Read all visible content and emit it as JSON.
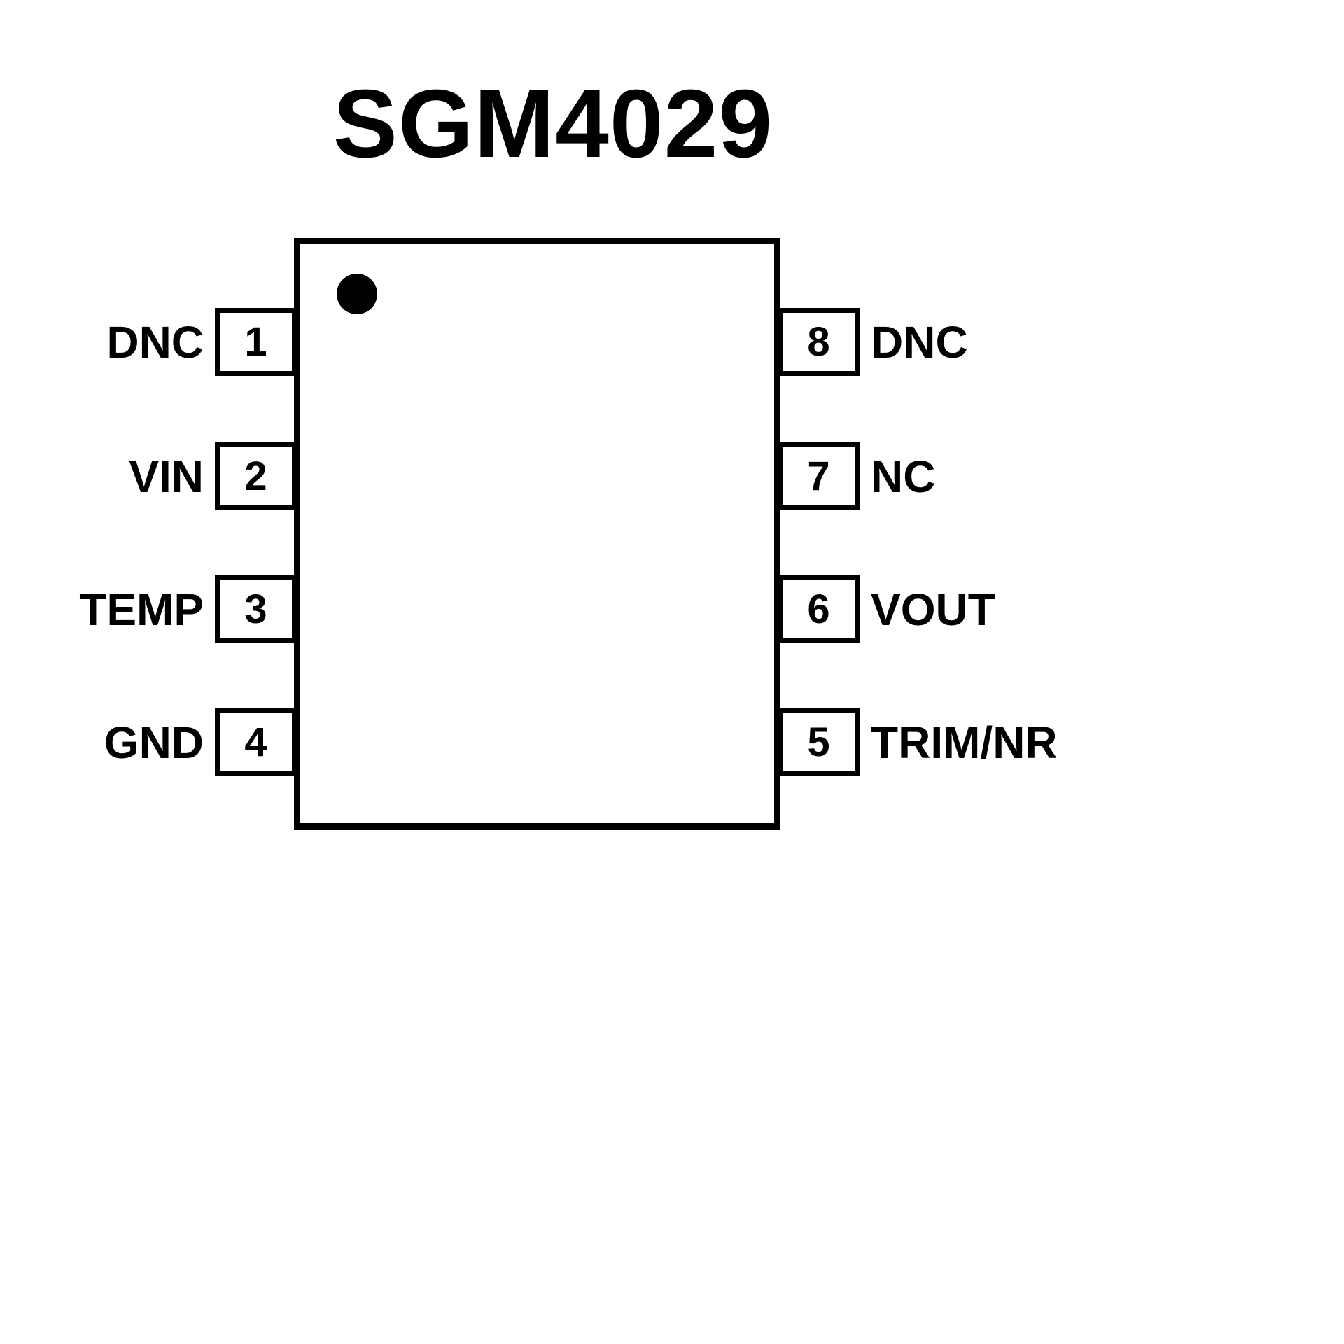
{
  "title": "SGM4029",
  "chip": {
    "left_pins": [
      {
        "number": "1",
        "label": "DNC"
      },
      {
        "number": "2",
        "label": "VIN"
      },
      {
        "number": "3",
        "label": "TEMP"
      },
      {
        "number": "4",
        "label": "GND"
      }
    ],
    "right_pins": [
      {
        "number": "8",
        "label": "DNC"
      },
      {
        "number": "7",
        "label": "NC"
      },
      {
        "number": "6",
        "label": "VOUT"
      },
      {
        "number": "5",
        "label": "TRIM/NR"
      }
    ]
  },
  "colors": {
    "ink": "#000000",
    "background": "#ffffff"
  }
}
